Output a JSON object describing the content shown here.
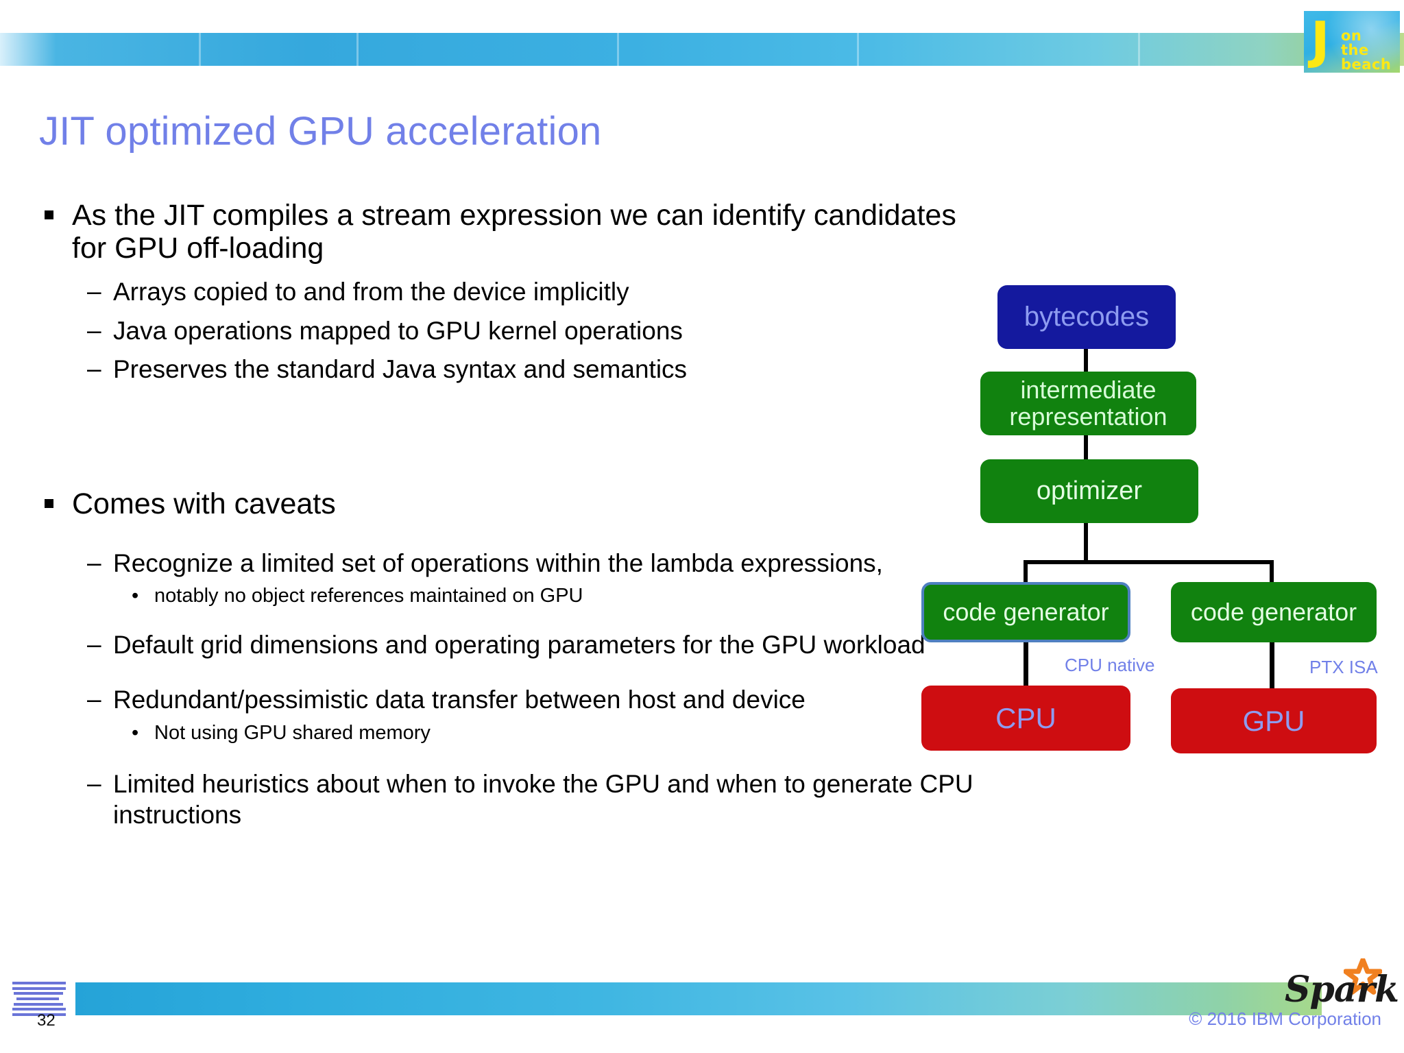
{
  "header": {
    "logo_j": "J",
    "logo_words": "on\nthe\nbeach",
    "logo_name": "j-on-the-beach-logo"
  },
  "title": "JIT optimized GPU acceleration",
  "content": {
    "blocks": [
      {
        "level": 1,
        "text": "As the JIT compiles a stream expression we can identify candidates for GPU off-loading"
      },
      {
        "level": 2,
        "text": "Arrays copied to and from the device implicitly"
      },
      {
        "level": 2,
        "text": "Java operations mapped to GPU kernel operations"
      },
      {
        "level": 2,
        "text": "Preserves the standard Java syntax and semantics"
      },
      {
        "level": 1,
        "text": "Comes with caveats"
      },
      {
        "level": 2,
        "text": "Recognize a limited set of operations within the lambda expressions,"
      },
      {
        "level": 3,
        "text": "notably no object references maintained on GPU"
      },
      {
        "level": 2,
        "text": "Default grid dimensions and operating parameters for the GPU workload"
      },
      {
        "level": 2,
        "text": "Redundant/pessimistic data transfer between host and device"
      },
      {
        "level": 3,
        "text": "Not using GPU shared memory"
      },
      {
        "level": 2,
        "text": "Limited heuristics about when to invoke the GPU and when to generate CPU instructions"
      }
    ],
    "bullet_glyphs": {
      "level1": "square",
      "level2": "–",
      "level3": "•"
    }
  },
  "diagram": {
    "nodes": [
      {
        "id": "bytecodes",
        "label": "bytecodes",
        "fill": "#14199e",
        "text_color": "#8e9cf0"
      },
      {
        "id": "intermediate-representation",
        "label": "intermediate representation",
        "fill": "#11820f",
        "text_color": "#d8fbd8"
      },
      {
        "id": "optimizer",
        "label": "optimizer",
        "fill": "#11820f",
        "text_color": "#e4fde4"
      },
      {
        "id": "code-generator-cpu",
        "label": "code generator",
        "fill": "#11820f",
        "text_color": "#e4fde4",
        "border_color": "#4f80c0"
      },
      {
        "id": "code-generator-gpu",
        "label": "code generator",
        "fill": "#11820f",
        "text_color": "#e4fde4"
      },
      {
        "id": "cpu",
        "label": "CPU",
        "fill": "#ce0d11",
        "text_color": "#8e9cf0"
      },
      {
        "id": "gpu",
        "label": "GPU",
        "fill": "#ce0d11",
        "text_color": "#8e9cf0"
      }
    ],
    "edge_labels": [
      {
        "id": "cpu-native",
        "label": "CPU native",
        "color": "#7180e8"
      },
      {
        "id": "ptx-isa",
        "label": "PTX ISA",
        "color": "#7180e8"
      }
    ]
  },
  "footer": {
    "page_number": "32",
    "copyright": "© 2016 IBM Corporation",
    "ibm_logo_name": "ibm-logo",
    "spark_word": "Spark"
  },
  "colors": {
    "title": "#7180e8",
    "band_start": "#35a8dd",
    "band_end": "#a7d98a",
    "green": "#11820f",
    "blue": "#14199e",
    "red": "#ce0d11"
  }
}
